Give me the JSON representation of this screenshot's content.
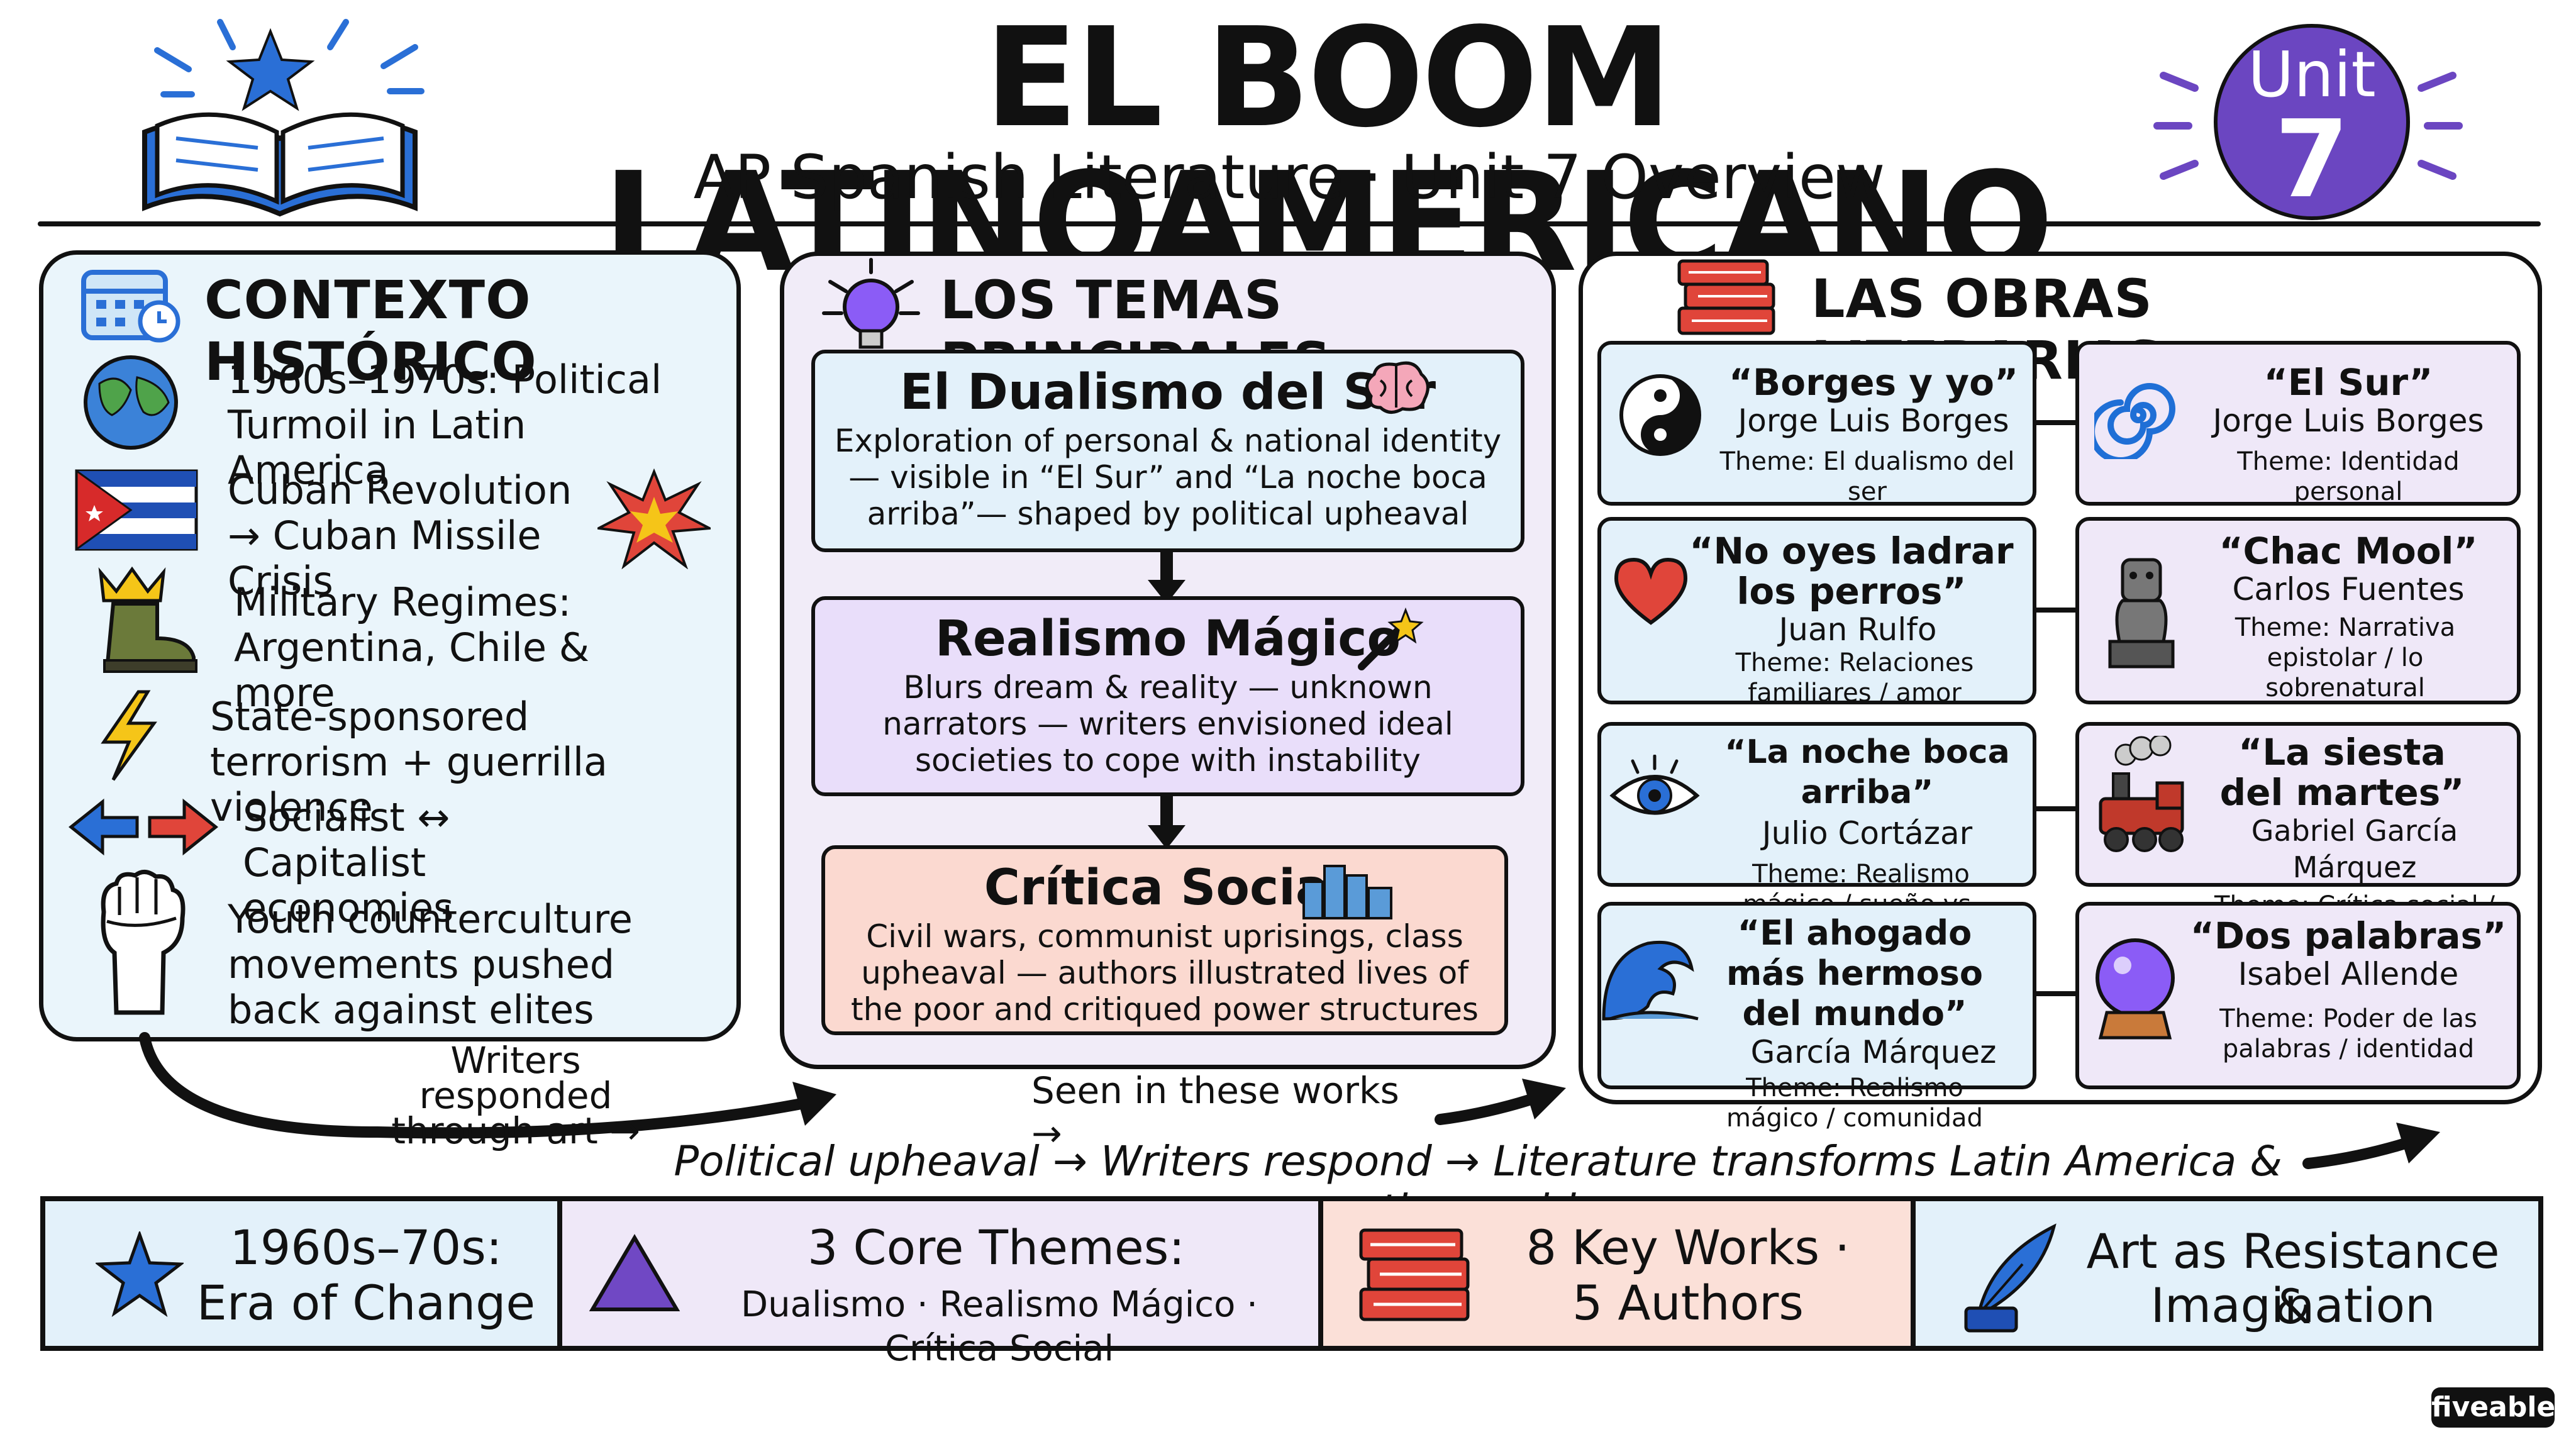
{
  "header": {
    "title": "EL BOOM LATINOAMERICANO",
    "subtitle": "AP Spanish Literature · Unit 7 Overview",
    "unit_label": "Unit",
    "unit_number": "7"
  },
  "contexto": {
    "title": "CONTEXTO HISTÓRICO",
    "items": [
      {
        "text": "1960s–1970s: Political Turmoil in Latin America",
        "icon": "globe-icon"
      },
      {
        "text": "Cuban Revolution → Cuban Missile Crisis",
        "icon": "cuba-flag-icon"
      },
      {
        "text": "Military Regimes: Argentina, Chile & more",
        "icon": "crowned-boot-icon"
      },
      {
        "text": "State-sponsored terrorism + guerrilla violence",
        "icon": "lightning-icon"
      },
      {
        "text": "Socialist ↔ Capitalist economies",
        "icon": "two-arrows-icon"
      },
      {
        "text": "Youth counterculture movements pushed back against elites",
        "icon": "raised-fist-icon"
      }
    ],
    "footer_note": "Writers responded through art →"
  },
  "temas": {
    "title": "LOS TEMAS PRINCIPALES",
    "items": [
      {
        "heading": "El Dualismo del Ser",
        "desc": "Exploration of personal & national identity — visible in “El Sur” and “La noche boca arriba”— shaped by political upheaval",
        "icon": "brain-icon",
        "color": "#e3f1fa"
      },
      {
        "heading": "Realismo Mágico",
        "desc": "Blurs dream & reality — unknown narrators — writers envisioned ideal societies to cope with instability",
        "icon": "magic-wand-icon",
        "color": "#e9defa"
      },
      {
        "heading": "Crítica Social",
        "desc": "Civil wars, communist uprisings, class upheaval — authors illustrated lives of the poor and critiqued power structures",
        "icon": "city-icon",
        "color": "#fbd9d0"
      }
    ],
    "footer_note": "Seen in these works →"
  },
  "obras": {
    "title": "LAS OBRAS LITERARIAS",
    "works": [
      {
        "title": "“Borges y yo”",
        "author": "Jorge Luis Borges",
        "theme": "Theme: El dualismo del ser",
        "icon": "yin-yang-icon"
      },
      {
        "title": "“El Sur”",
        "author": "Jorge Luis Borges",
        "theme": "Theme: Identidad personal",
        "icon": "spiral-icon"
      },
      {
        "title": "“No oyes ladrar los perros”",
        "author": "Juan Rulfo",
        "theme": "Theme: Relaciones familiares / amor",
        "icon": "heart-icon"
      },
      {
        "title": "“Chac Mool”",
        "author": "Carlos Fuentes",
        "theme": "Theme: Narrativa epistolar / lo sobrenatural",
        "icon": "statue-icon"
      },
      {
        "title": "“La noche boca arriba”",
        "author": "Julio Cortázar",
        "theme": "Theme: Realismo mágico / sueño vs. realidad",
        "icon": "eye-icon"
      },
      {
        "title": "“La siesta del martes”",
        "author": "Gabriel García Márquez",
        "theme": "Theme: Crítica social / clase",
        "icon": "train-icon"
      },
      {
        "title": "“El ahogado más hermoso del mundo”",
        "author": "García Márquez",
        "theme": "Theme: Realismo mágico / comunidad",
        "icon": "wave-icon"
      },
      {
        "title": "“Dos palabras”",
        "author": "Isabel Allende",
        "theme": "Theme: Poder de las palabras / identidad",
        "icon": "crystal-ball-icon"
      }
    ]
  },
  "flow_caption": "Political upheaval → Writers respond → Literature transforms Latin America & the world",
  "summary": [
    {
      "line1": "1960s–70s:",
      "line2": "Era of Change",
      "icon": "star-icon",
      "color": "#e3f1fa"
    },
    {
      "line1": "3 Core Themes:",
      "line2": "Dualismo · Realismo Mágico · Crítica Social",
      "icon": "triangle-icon",
      "color": "#efe8f8"
    },
    {
      "line1": "8 Key Works ·",
      "line2": "5 Authors",
      "icon": "books-icon",
      "color": "#fbe0d8"
    },
    {
      "line1": "Art as Resistance &",
      "line2": "Imagination",
      "icon": "quill-icon",
      "color": "#e3f1fa"
    }
  ],
  "brand": "fiveable",
  "colors": {
    "blue": "#2a6fd6",
    "purple": "#6b46c1",
    "red": "#e0453a",
    "ink": "#111111"
  }
}
